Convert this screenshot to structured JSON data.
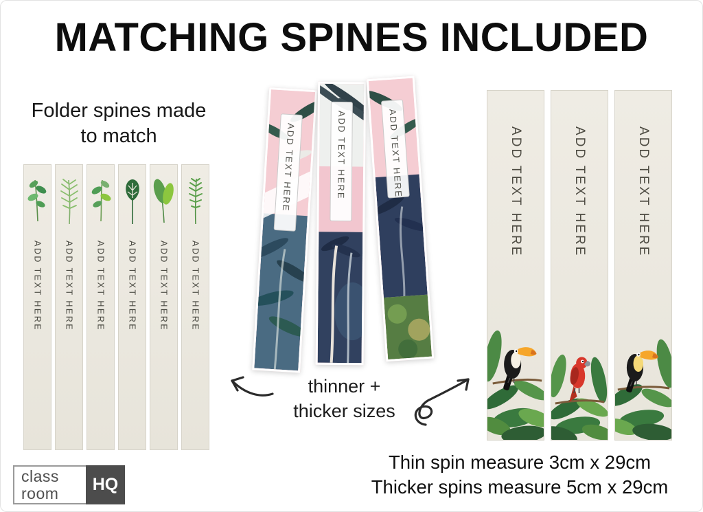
{
  "title": "MATCHING SPINES INCLUDED",
  "left_caption": {
    "line1": "Folder spines made",
    "line2": "to match"
  },
  "spine_label": "ADD TEXT HERE",
  "annotation": {
    "line1": "thinner +",
    "line2": "thicker sizes"
  },
  "measurements": {
    "thin": "Thin spin measure 3cm x 29cm",
    "thick": "Thicker spins measure 5cm x 29cm"
  },
  "logo": {
    "word_top": "class",
    "word_bottom": "room",
    "badge": "HQ"
  },
  "icons": {
    "thin_spine_leaves": [
      "sprig-leaf-icon",
      "palm-frond-icon",
      "sprig-leaf-icon",
      "monstera-leaf-icon",
      "tropical-leaf-icon",
      "fern-leaf-icon"
    ],
    "wide_spine_birds": [
      "toucan-icon",
      "parrot-icon",
      "toucan-icon"
    ],
    "arrows": [
      "curved-arrow-left-icon",
      "squiggle-arrow-right-icon"
    ]
  },
  "colors": {
    "spine_background": "#ebe8df",
    "title_text": "#0d0d0d",
    "logo_badge_background": "#4c4c4c",
    "photo_pink": "#f5cdd3",
    "photo_navy": "#31415f"
  }
}
